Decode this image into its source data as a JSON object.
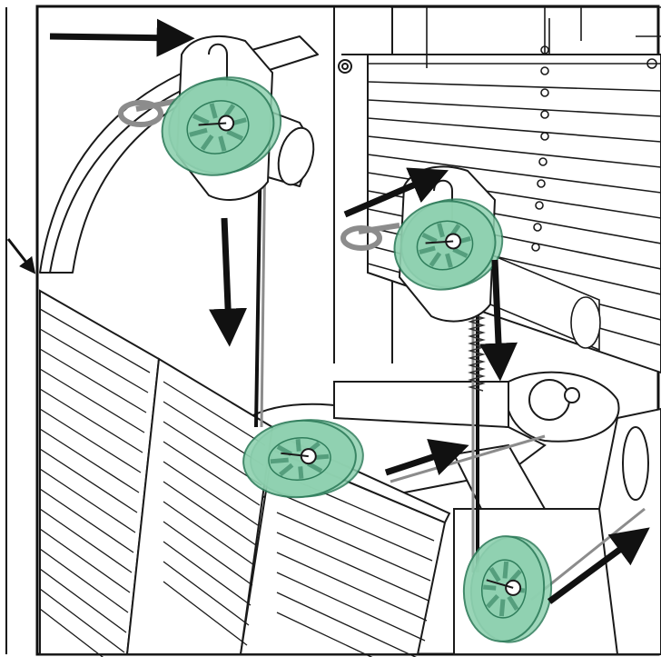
{
  "figure": {
    "style": "technical line drawing",
    "colors": {
      "background": "#ffffff",
      "line": "#1a1a1a",
      "pulley_fill": "#8fd1b0",
      "pulley_stroke": "#2f7d5b",
      "cable_dark": "#111111",
      "cable_grey": "#8c8c8c",
      "arrow": "#111111"
    },
    "pulleys": [
      {
        "name": "upper-left-pulley"
      },
      {
        "name": "upper-right-pulley"
      },
      {
        "name": "center-pulley"
      },
      {
        "name": "lower-right-pulley"
      }
    ],
    "arrows": [
      {
        "name": "arrow-top-left",
        "direction": "right"
      },
      {
        "name": "arrow-left-down",
        "direction": "down"
      },
      {
        "name": "arrow-right-upper",
        "direction": "up-right"
      },
      {
        "name": "arrow-right-down",
        "direction": "down"
      },
      {
        "name": "arrow-center",
        "direction": "up-right"
      },
      {
        "name": "arrow-bottom-right",
        "direction": "up-right"
      },
      {
        "name": "arrow-left-edge",
        "direction": "down-right"
      }
    ]
  }
}
